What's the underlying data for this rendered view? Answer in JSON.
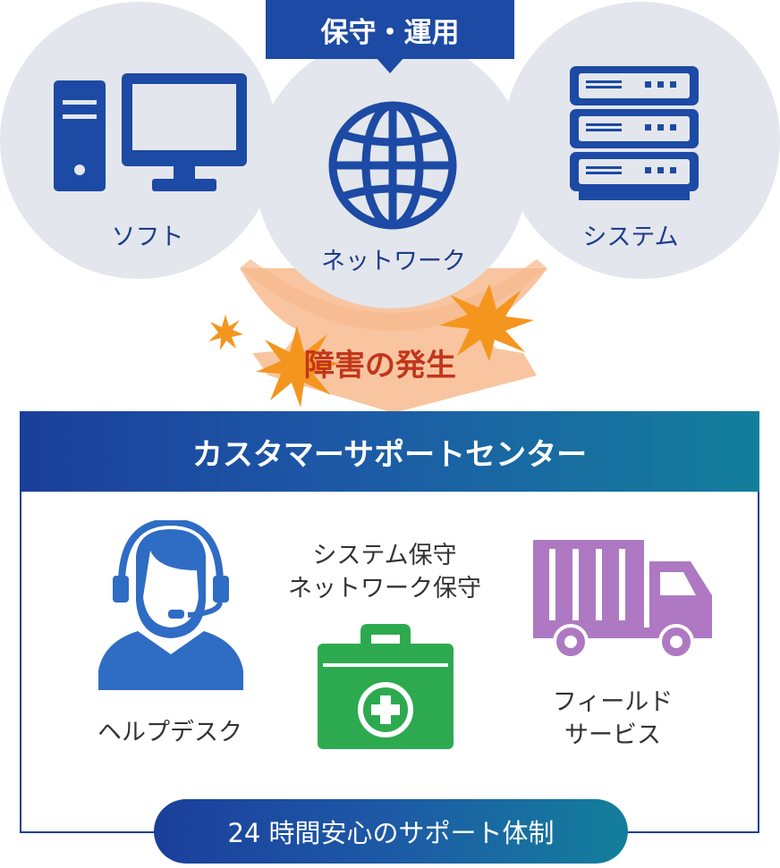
{
  "maintenance_label": "保守・運用",
  "left_item_label": "ソフト",
  "center_item_label": "ネットワーク",
  "right_item_label": "システム",
  "event_label": "障害の発生",
  "support_center_title": "カスタマーサポートセンター",
  "helpdesk_label": "ヘルプデスク",
  "maintenance_services_line1": "システム保守",
  "maintenance_services_line2": "ネットワーク保守",
  "field_service_line1": "フィールド",
  "field_service_line2": "サービス",
  "bottom_pill_label": "24 時間安心のサポート体制",
  "colors": {
    "navy": "#1c4aa4",
    "circle_gray": "#e3e6ec",
    "burst_orange": "#f4951e",
    "arrow_peach": "#f8c5a0",
    "helpdesk_blue": "#2f6cc4",
    "kit_green": "#2daa4f",
    "truck_purple": "#ae79c2"
  },
  "icons": [
    "pc-icon",
    "globe-icon",
    "server-icon",
    "operator-icon",
    "first-aid-icon",
    "truck-icon",
    "burst-icon"
  ]
}
